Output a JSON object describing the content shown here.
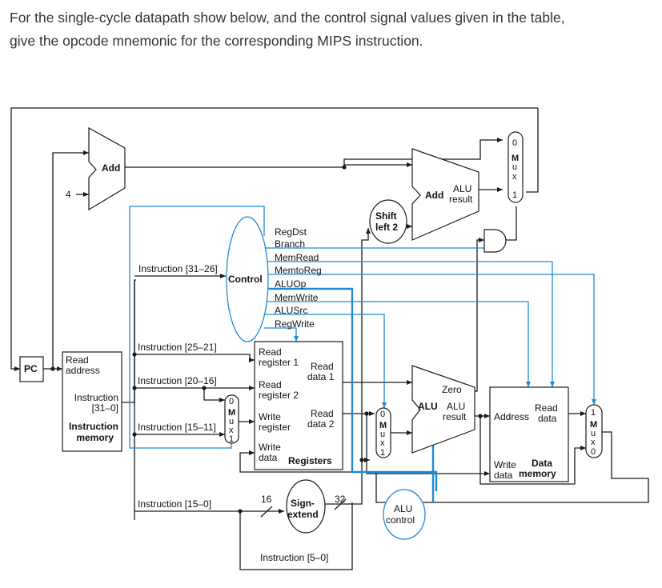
{
  "question": {
    "line1": "For the single-cycle datapath show below, and the control signal values given in the table,",
    "line2": "give the opcode mnemonic for the corresponding MIPS instruction."
  },
  "diagram": {
    "pc": "PC",
    "adder_pc": "Add",
    "const_four": "4",
    "imem": {
      "read_address": [
        "Read",
        "address"
      ],
      "instruction": [
        "Instruction",
        "[31–0]"
      ],
      "title": [
        "Instruction",
        "memory"
      ]
    },
    "fields": {
      "op": "Instruction [31–26]",
      "rs": "Instruction [25–21]",
      "rt": "Instruction [20–16]",
      "rd": "Instruction [15–11]",
      "imm": "Instruction [15–0]",
      "funct": "Instruction [5–0]"
    },
    "control": "Control",
    "signals": [
      "RegDst",
      "Branch",
      "MemRead",
      "MemtoReg",
      "ALUOp",
      "MemWrite",
      "ALUSrc",
      "RegWrite"
    ],
    "registers": {
      "read_reg1": [
        "Read",
        "register 1"
      ],
      "read_data1": [
        "Read",
        "data 1"
      ],
      "read_reg2": [
        "Read",
        "register 2"
      ],
      "write_reg": [
        "Write",
        "register"
      ],
      "read_data2": [
        "Read",
        "data 2"
      ],
      "write_data": [
        "Write",
        "data"
      ],
      "title": "Registers"
    },
    "mux": {
      "letters": [
        "M",
        "u",
        "x"
      ],
      "zero": "0",
      "one": "1"
    },
    "shift": [
      "Shift",
      "left 2"
    ],
    "branch_adder": {
      "add": "Add",
      "alu": "ALU",
      "result": "result"
    },
    "sign_extend": [
      "Sign-",
      "extend"
    ],
    "bits_in": "16",
    "bits_out": "32",
    "alu": {
      "zero": "Zero",
      "alu": "ALU",
      "result_a": "ALU",
      "result_b": "result"
    },
    "alu_control": [
      "ALU",
      "control"
    ],
    "dmem": {
      "address": "Address",
      "read_data": [
        "Read",
        "data"
      ],
      "write_data": [
        "Write",
        "data"
      ],
      "title": [
        "Data",
        "memory"
      ]
    }
  }
}
